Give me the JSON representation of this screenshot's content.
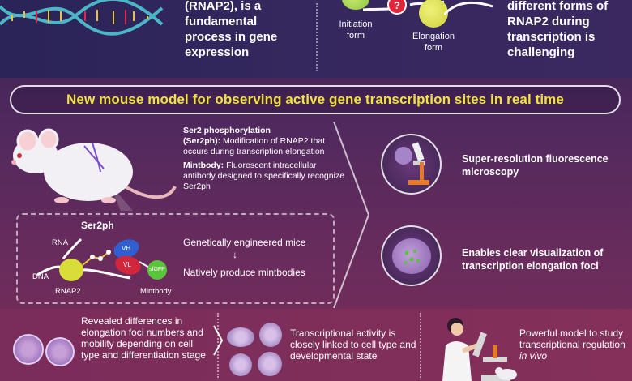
{
  "top": {
    "left_text_line0": "(RNAP2), is a",
    "left_text_line1": "fundamental",
    "left_text_line2": "process in gene",
    "left_text_line3": "expression",
    "initiation_form": "Initiation form",
    "elongation_form": "Elongation form",
    "question_mark": "?",
    "right_text_line0": "different forms of",
    "right_text_line1": "RNAP2 during",
    "right_text_line2": "transcription is",
    "right_text_line3": "challenging"
  },
  "title": "New mouse model for observing active gene transcription sites in real time",
  "ser2": {
    "heading": "Ser2 phosphorylation",
    "term": "(Ser2ph):",
    "definition": " Modification of RNAP2 that occurs during transcription elongation",
    "mintbody_term": "Mintbody:",
    "mintbody_def": " Fluorescent intracellular antibody designed to specifically recognize Ser2ph"
  },
  "diagram": {
    "ser2ph": "Ser2ph",
    "rna": "RNA",
    "dna": "DNA",
    "rnap2": "RNAP2",
    "mintbody": "Mintbody",
    "sfgfp": "sfGFP",
    "vh": "VH",
    "vl": "VL",
    "mice_line1": "Genetically engineered mice",
    "arrow": "↓",
    "mice_line2": "Natively produce mintbodies"
  },
  "right": {
    "item1": "Super-resolution fluorescence microscopy",
    "item2": "Enables clear visualization of transcription elongation foci"
  },
  "bottom": {
    "item1": "Revealed differences in elongation foci numbers and mobility depending on cell type and differentiation stage",
    "item2": "Transcriptional activity is closely linked to cell type and developmental state",
    "item3_main": "Powerful model to study transcriptional regulation ",
    "item3_italic": "in vivo"
  },
  "colors": {
    "title_yellow": "#f2e23c",
    "rnap2_yellow": "#d9dd3a",
    "vh_blue": "#2f5fd1",
    "vl_red": "#d2263c",
    "sfgfp_green": "#5ac43a",
    "question_red": "#e0263a"
  },
  "icons": [
    "dna-helix-icon",
    "mouse-icon",
    "microscope-icon",
    "cell-nucleus-icon",
    "scientist-icon"
  ]
}
